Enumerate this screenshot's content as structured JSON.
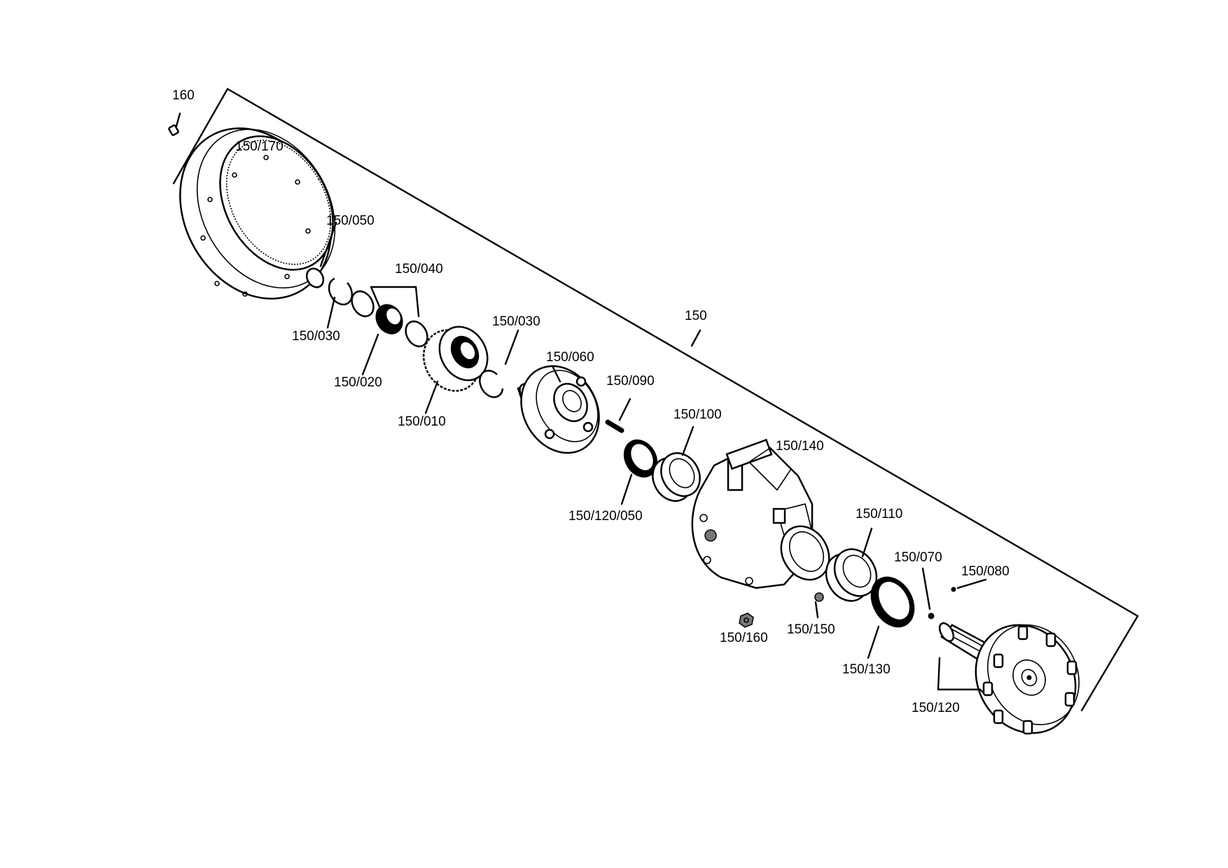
{
  "labels": {
    "p160": "160",
    "p150_170": "150/170",
    "p150_050": "150/050",
    "p150_040": "150/040",
    "p150_030a": "150/030",
    "p150_020": "150/020",
    "p150_010": "150/010",
    "p150_030b": "150/030",
    "p150_060": "150/060",
    "p150_090": "150/090",
    "p150": "150",
    "p150_100": "150/100",
    "p150_120_050": "150/120/050",
    "p150_140": "150/140",
    "p150_110": "150/110",
    "p150_070": "150/070",
    "p150_080": "150/080",
    "p150_160": "150/160",
    "p150_150": "150/150",
    "p150_130": "150/130",
    "p150_120": "150/120"
  }
}
